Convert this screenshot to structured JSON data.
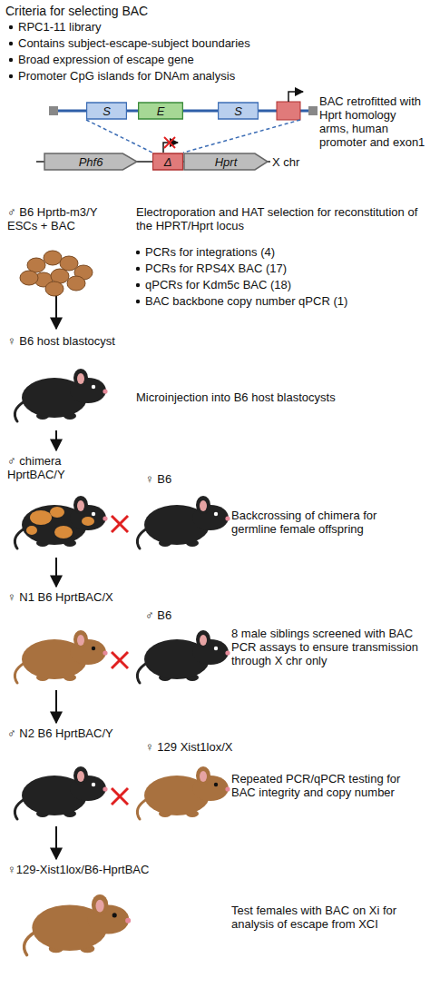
{
  "diagram": {
    "title": "Criteria for selecting BAC",
    "nodes": [
      {
        "text": [
          "S"
        ]
      },
      {
        "text": [
          "E"
        ]
      },
      {
        "text": [
          "S"
        ]
      },
      {
        "text": [
          "Δ"
        ]
      },
      {
        "text": [
          "Phf6"
        ]
      },
      {
        "text": [
          "Hprt"
        ]
      }
    ],
    "labels": [
      "RPC1-11 library",
      "Contains subject-escape-subject boundaries",
      "Broad expression of escape gene",
      "Promoter CpG islands for DNAm analysis",
      "BAC retrofitted with Hprt homology arms, human promoter and exon1",
      "X chr",
      "♂ B6 Hprtb-m3/Y ESCs + BAC",
      "Electroporation and HAT selection for reconstitution of the HPRT/Hprt locus",
      "PCRs for integrations (4)",
      "PCRs for RPS4X BAC (17)",
      "qPCRs for Kdm5c BAC (18)",
      "BAC backbone copy number qPCR (1)",
      "♀ B6 host blastocyst",
      "Microinjection into B6 host blastocysts",
      "♂ chimera HprtBAC/Y",
      "♀ B6",
      "Backcrossing of chimera for germline female offspring",
      "♀ N1 B6 HprtBAC/X",
      "♂ B6",
      "8 male siblings screened with BAC PCR assays to ensure transmission through X chr only",
      "♂ N2 B6 HprtBAC/Y",
      "♀ 129 Xist1lox/X",
      "Repeated PCR/qPCR testing for BAC integrity and copy number",
      "♀129-Xist1lox/B6-HprtBAC",
      "Test females with BAC on Xi for analysis of escape from XCI"
    ]
  }
}
